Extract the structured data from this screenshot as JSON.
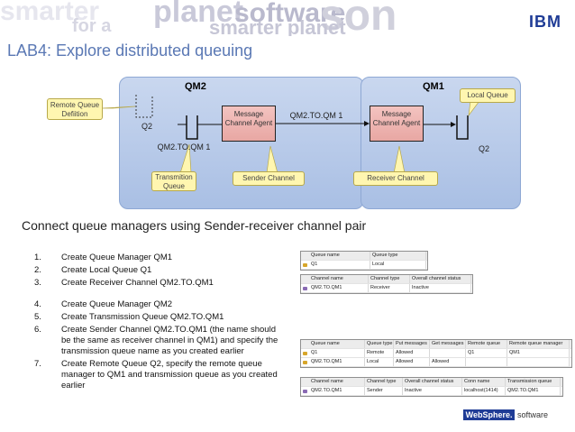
{
  "banner": {
    "words": [
      "smarter",
      "planet",
      "software",
      "son",
      "for a",
      "smarter planet"
    ]
  },
  "brand": "IBM",
  "title": "LAB4: Explore distributed queuing",
  "diagram": {
    "qm2_title": "QM2",
    "qm1_title": "QM1",
    "remote_queue_callout": "Remote Queue Defiition",
    "q2_left": "Q2",
    "transmit_queue_name": "QM2.TO.QM 1",
    "transmit_callout": "Transmition Queue",
    "mca_left": "Message Channel Agent",
    "channel_name": "QM2.TO.QM 1",
    "mca_right": "Message Channel Agent",
    "sender_callout": "Sender Channel",
    "receiver_callout": "Receiver Channel",
    "local_queue_callout": "Local Queue",
    "q2_right": "Q2"
  },
  "subtitle": "Connect queue managers using Sender-receiver channel pair",
  "steps_a": [
    {
      "num": "1.",
      "text": "Create Queue Manager QM1"
    },
    {
      "num": "2.",
      "text": "Create Local Queue Q1"
    },
    {
      "num": "3.",
      "text": "Create Receiver Channel QM2.TO.QM1"
    }
  ],
  "steps_b": [
    {
      "num": "4.",
      "text": "Create Queue Manager QM2"
    },
    {
      "num": "5.",
      "text": "Create Transmission Queue QM2.TO.QM1"
    },
    {
      "num": "6.",
      "text": "Create Sender Channel QM2.TO.QM1 (the name should be the same as receiver channel in QM1) and specify the transmission queue name as you created earlier"
    },
    {
      "num": "7.",
      "text": "Create Remote Queue Q2, specify the remote queue manager to QM1 and transmission queue as you created earlier"
    }
  ],
  "tables": {
    "qm1_queues": {
      "headers": [
        "Queue name",
        "Queue type"
      ],
      "rows": [
        [
          "Q1",
          "Local"
        ]
      ]
    },
    "qm1_channels": {
      "headers": [
        "Channel name",
        "Channel type",
        "Overall channel status"
      ],
      "rows": [
        [
          "QM2.TO.QM1",
          "Receiver",
          "Inactive"
        ]
      ]
    },
    "qm2_queues": {
      "headers": [
        "Queue name",
        "Queue type",
        "Put messages",
        "Get messages",
        "Remote queue",
        "Remote queue manager"
      ],
      "rows": [
        [
          "Q1",
          "Remote",
          "Allowed",
          "",
          "Q1",
          "QM1"
        ],
        [
          "QM2.TO.QM1",
          "Local",
          "Allowed",
          "Allowed",
          "",
          ""
        ]
      ]
    },
    "qm2_channels": {
      "headers": [
        "Channel name",
        "Channel type",
        "Overall channel status",
        "Conn name",
        "Transmission queue"
      ],
      "rows": [
        [
          "QM2.TO.QM1",
          "Sender",
          "Inactive",
          "localhost(1414)",
          "QM2.TO.QM1"
        ]
      ]
    }
  },
  "footer": {
    "websphere": "WebSphere.",
    "software": "software"
  },
  "colors": {
    "title": "#5a78b4",
    "qm_box": "#b7cae9",
    "mca": "#eeb6b2",
    "callout": "#fff6b0",
    "brand": "#1f3c96"
  }
}
